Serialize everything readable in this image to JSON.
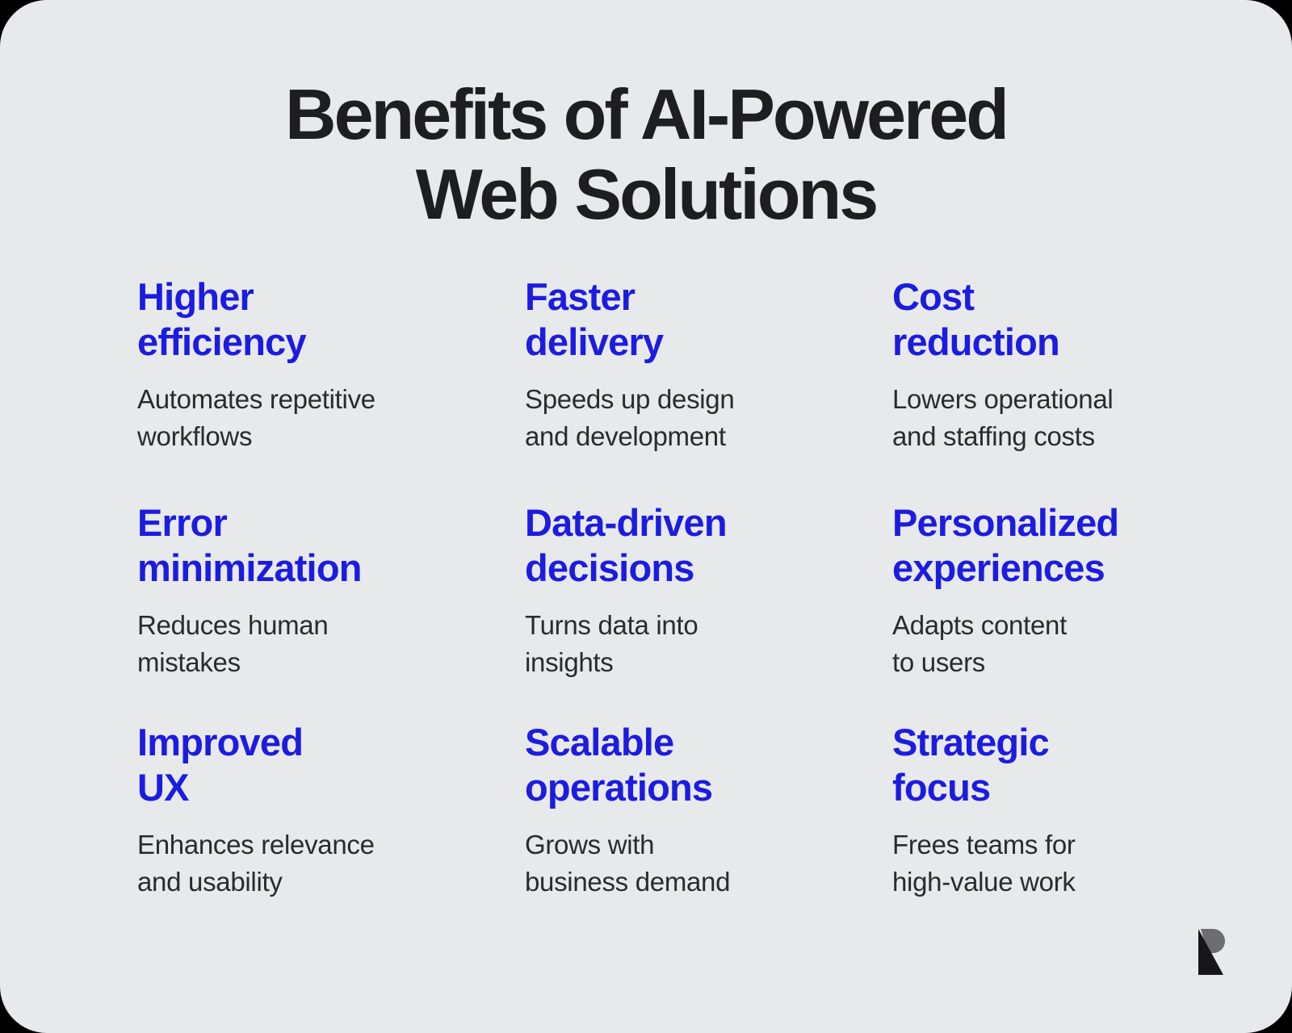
{
  "colors": {
    "outer-bg": "#000000",
    "card-bg": "#e8e9ea",
    "title-color": "#1e1e20",
    "accent-blue": "#1c1ce0",
    "body-color": "#2b2b2d",
    "logo-gray": "#6d6d70",
    "logo-black": "#17171b"
  },
  "title": {
    "full": "Benefits of AI-Powered Web Solutions",
    "lines": [
      "Benefits of AI-Powered",
      "Web Solutions"
    ]
  },
  "benefits": [
    {
      "heading": "Higher efficiency",
      "heading_lines": [
        "Higher",
        "efficiency"
      ],
      "description": "Automates repetitive workflows",
      "description_lines": [
        "Automates repetitive",
        "workflows"
      ]
    },
    {
      "heading": "Faster delivery",
      "heading_lines": [
        "Faster",
        "delivery"
      ],
      "description": "Speeds up design and development",
      "description_lines": [
        "Speeds up design",
        "and development"
      ]
    },
    {
      "heading": "Cost reduction",
      "heading_lines": [
        "Cost",
        "reduction"
      ],
      "description": "Lowers operational and staffing costs",
      "description_lines": [
        "Lowers operational",
        "and staffing costs"
      ]
    },
    {
      "heading": "Error minimization",
      "heading_lines": [
        "Error",
        "minimization"
      ],
      "description": "Reduces human mistakes",
      "description_lines": [
        "Reduces human",
        "mistakes"
      ]
    },
    {
      "heading": "Data-driven decisions",
      "heading_lines": [
        "Data-driven",
        "decisions"
      ],
      "description": "Turns data into insights",
      "description_lines": [
        "Turns data into",
        "insights"
      ]
    },
    {
      "heading": "Personalized experiences",
      "heading_lines": [
        "Personalized",
        "experiences"
      ],
      "description": "Adapts content to users",
      "description_lines": [
        "Adapts content",
        "to users"
      ]
    },
    {
      "heading": "Improved UX",
      "heading_lines": [
        "Improved",
        "UX"
      ],
      "description": "Enhances relevance and usability",
      "description_lines": [
        "Enhances relevance",
        "and usability"
      ]
    },
    {
      "heading": "Scalable operations",
      "heading_lines": [
        "Scalable",
        "operations"
      ],
      "description": "Grows with business demand",
      "description_lines": [
        "Grows with",
        "business demand"
      ]
    },
    {
      "heading": "Strategic focus",
      "heading_lines": [
        "Strategic",
        "focus"
      ],
      "description": "Frees teams for high-value work",
      "description_lines": [
        "Frees teams for",
        "high-value work"
      ]
    }
  ],
  "logo": {
    "name": "R mark logo"
  }
}
